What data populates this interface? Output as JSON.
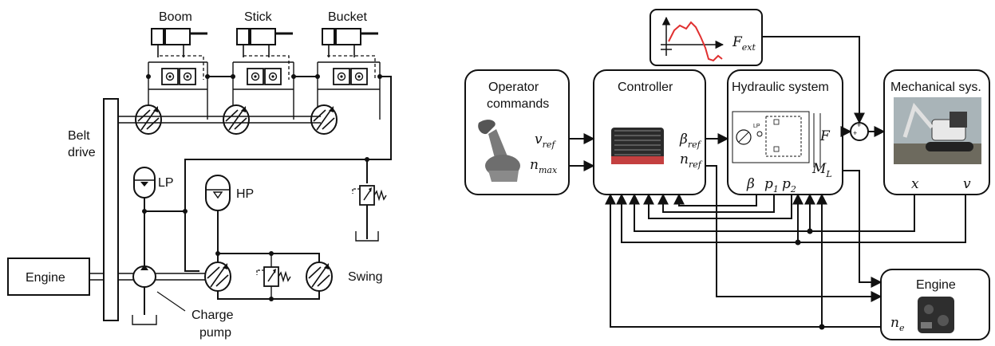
{
  "hydraulic_circuit": {
    "actuators": [
      "Boom",
      "Stick",
      "Bucket"
    ],
    "belt_drive": [
      "Belt",
      "drive"
    ],
    "engine": "Engine",
    "lp": "LP",
    "hp": "HP",
    "swing": "Swing",
    "charge_pump": [
      "Charge",
      "pump"
    ]
  },
  "block_diagram": {
    "operator": {
      "title": [
        "Operator",
        "commands"
      ],
      "v": "v",
      "v_sub": "ref",
      "n": "n",
      "n_sub": "max"
    },
    "controller": {
      "title": "Controller",
      "beta": "β",
      "beta_sub": "ref",
      "n": "n",
      "n_sub": "ref"
    },
    "hydraulic_system": {
      "title": "Hydraulic system",
      "lp": "LP",
      "F": "F",
      "M": "M",
      "M_sub": "L",
      "beta": "β",
      "p1": "p",
      "p1_sub": "1",
      "p2": "p",
      "p2_sub": "2"
    },
    "mechanical": {
      "title": "Mechanical sys.",
      "x": "x",
      "v": "v"
    },
    "engine": {
      "title": "Engine",
      "n": "n",
      "n_sub": "e"
    },
    "fext": {
      "F": "F",
      "F_sub": "ext"
    },
    "summing_signs": [
      "+",
      "+"
    ]
  }
}
